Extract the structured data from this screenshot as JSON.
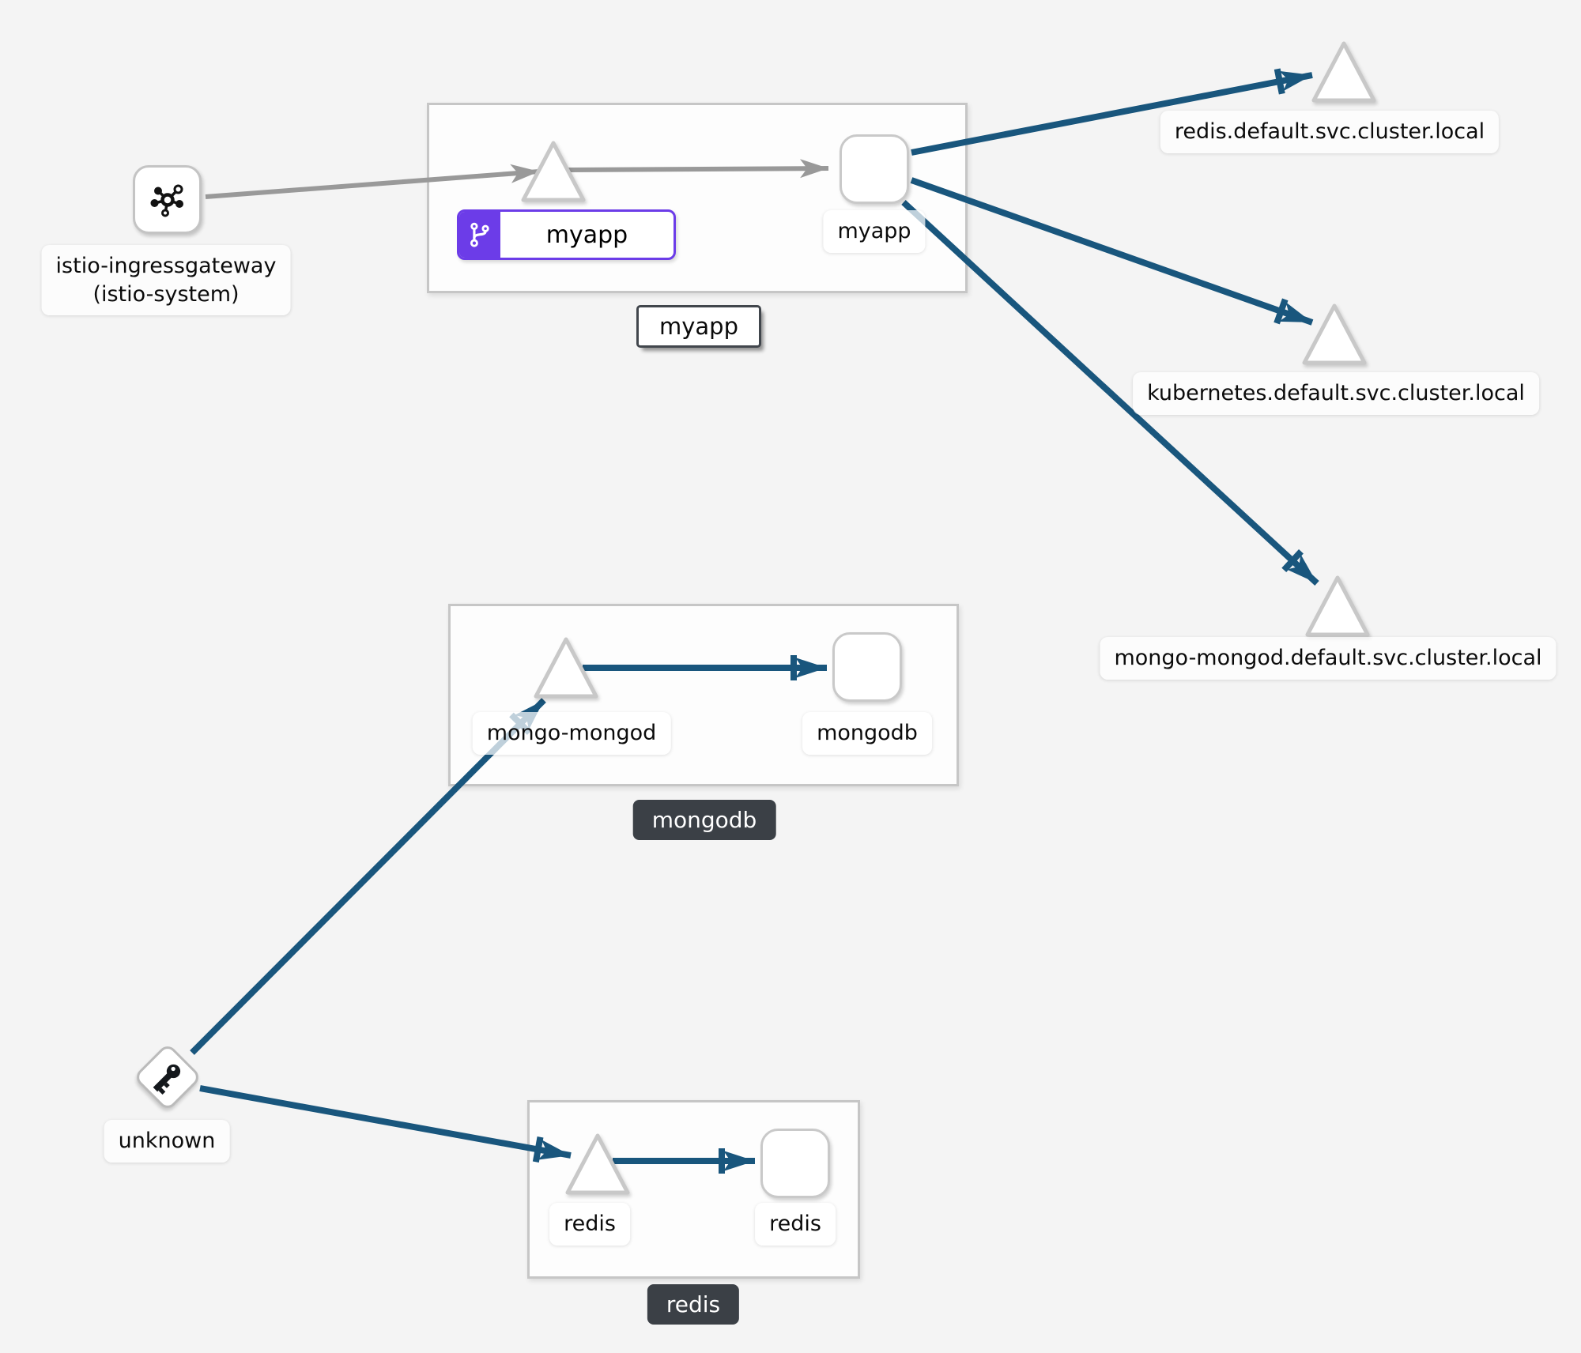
{
  "colors": {
    "background": "#f4f4f4",
    "edge_traffic_blue": "#19567d",
    "edge_idle_gray": "#999999",
    "virtual_service_purple": "#6c3ce8",
    "group_label_dark_bg": "#3b4046",
    "node_border_gray": "#c9c9c9"
  },
  "icons": {
    "gateway": "mesh-gateway-icon",
    "unknown": "key-icon",
    "virtual_service": "code-branch-icon"
  },
  "nodes": {
    "ingressgateway": {
      "line1": "istio-ingressgateway",
      "line2": "(istio-system)"
    },
    "unknown": {
      "label": "unknown"
    },
    "myapp_group": {
      "label": "myapp"
    },
    "myapp_service": {
      "badge_label": "myapp"
    },
    "myapp_workload": {
      "label": "myapp"
    },
    "mongodb_group": {
      "label": "mongodb"
    },
    "mongo_service": {
      "label": "mongo-mongod"
    },
    "mongodb_workload": {
      "label": "mongodb"
    },
    "redis_group": {
      "label": "redis"
    },
    "redis_service": {
      "label": "redis"
    },
    "redis_workload": {
      "label": "redis"
    },
    "redis_external": {
      "label": "redis.default.svc.cluster.local"
    },
    "kubernetes_external": {
      "label": "kubernetes.default.svc.cluster.local"
    },
    "mongo_external": {
      "label": "mongo-mongod.default.svc.cluster.local"
    }
  },
  "edges": [
    {
      "from": "istio-ingressgateway",
      "to": "myapp (service)",
      "kind": "idle-gray"
    },
    {
      "from": "myapp (service)",
      "to": "myapp (workload)",
      "kind": "idle-gray"
    },
    {
      "from": "myapp (workload)",
      "to": "redis.default.svc.cluster.local",
      "kind": "traffic-blue"
    },
    {
      "from": "myapp (workload)",
      "to": "kubernetes.default.svc.cluster.local",
      "kind": "traffic-blue"
    },
    {
      "from": "myapp (workload)",
      "to": "mongo-mongod.default.svc.cluster.local",
      "kind": "traffic-blue"
    },
    {
      "from": "unknown",
      "to": "mongo-mongod (service)",
      "kind": "traffic-blue"
    },
    {
      "from": "unknown",
      "to": "redis (service)",
      "kind": "traffic-blue"
    },
    {
      "from": "mongo-mongod (service)",
      "to": "mongodb (workload)",
      "kind": "traffic-blue"
    },
    {
      "from": "redis (service)",
      "to": "redis (workload)",
      "kind": "traffic-blue"
    }
  ]
}
